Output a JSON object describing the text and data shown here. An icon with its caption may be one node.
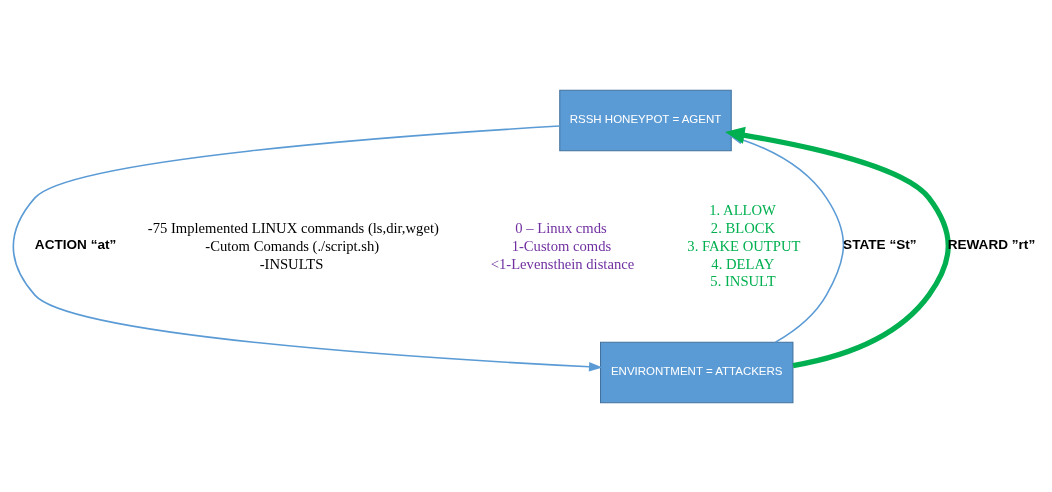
{
  "diagram": {
    "nodes": [
      {
        "text": [
          "RSSH HONEYPOT = AGENT"
        ]
      },
      {
        "text": [
          "ENVIRONTMENT = ATTACKERS"
        ]
      }
    ],
    "edges": [
      {
        "from": 0,
        "to": 1,
        "arrow": "to",
        "label": "ACTION “at”"
      },
      {
        "from": 1,
        "to": 0,
        "arrow": "to",
        "label": "STATE “St”"
      },
      {
        "from": 1,
        "to": 0,
        "arrow": "to",
        "label": "REWARD ”rt”",
        "style": "thick",
        "color": "#00b050"
      }
    ],
    "labels": [
      "-75 Implemented LINUX commands (ls,dir,wget)",
      "-Cutom Comands (./script.sh)",
      "-INSULTS",
      "0 – Linux cmds",
      "1-Custom comds",
      "<1-Levensthein distance",
      "1. ALLOW",
      "2. BLOCK",
      "3. FAKE OUTPUT",
      "4. DELAY",
      "5. INSULT"
    ]
  }
}
